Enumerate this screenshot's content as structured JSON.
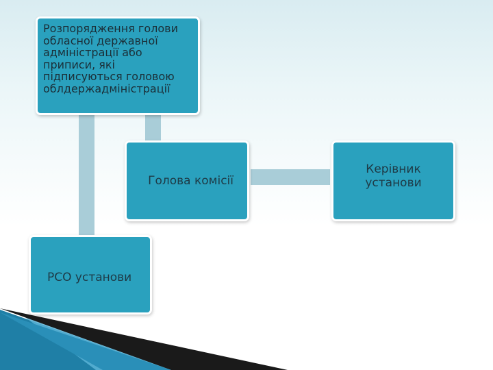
{
  "diagram": {
    "nodes": {
      "order": "Розпорядження голови обласної державної адміністрації або приписи, які підписуються головою облдержадміністрації",
      "chair": "Голова комісії",
      "head": "Керівник\nустанови",
      "rso": "РСО установи"
    },
    "edges": [
      {
        "from": "order",
        "to": "chair"
      },
      {
        "from": "order",
        "to": "rso"
      },
      {
        "from": "chair",
        "to": "head"
      }
    ]
  },
  "colors": {
    "box_fill": "#2aa1be",
    "connector": "#a9cdd8",
    "accent_dark": "#1a1a1a",
    "accent_blue": "#1f7fa6"
  }
}
